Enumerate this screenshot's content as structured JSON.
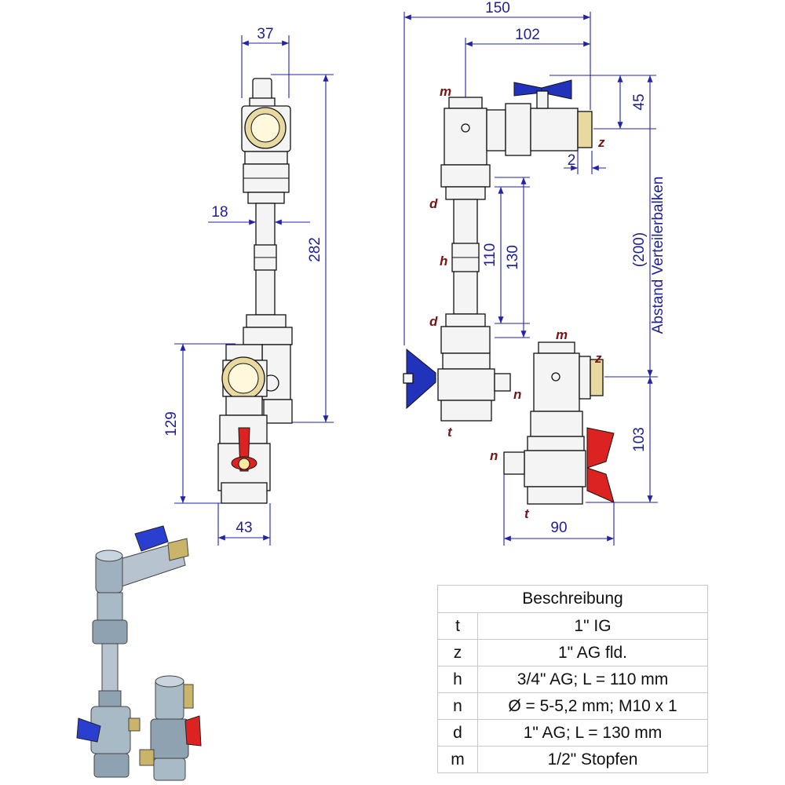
{
  "dimensions": {
    "d37": "37",
    "d18": "18",
    "d282": "282",
    "d129": "129",
    "d43": "43",
    "d150": "150",
    "d102": "102",
    "d45": "45",
    "d2": "2",
    "d110": "110",
    "d130": "130",
    "d200": "(200)",
    "d103": "103",
    "d90": "90"
  },
  "side_caption": "Abstand Verteilerbalken",
  "labels": {
    "m": "m",
    "z": "z",
    "d": "d",
    "h": "h",
    "n": "n",
    "t": "t"
  },
  "colors": {
    "dimension": "#1e1e96",
    "label": "#7a1414",
    "handle_blue": "#2233bb",
    "handle_red": "#dd2222",
    "brass": "#e8d9a0"
  },
  "table": {
    "header": "Beschreibung",
    "rows": [
      {
        "key": "t",
        "value": "1\" IG"
      },
      {
        "key": "z",
        "value": "1\" AG fld."
      },
      {
        "key": "h",
        "value": "3/4\" AG; L = 110 mm"
      },
      {
        "key": "n",
        "value": "Ø = 5-5,2 mm; M10 x 1"
      },
      {
        "key": "d",
        "value": "1\" AG; L = 130 mm"
      },
      {
        "key": "m",
        "value": "1/2\" Stopfen"
      }
    ]
  }
}
